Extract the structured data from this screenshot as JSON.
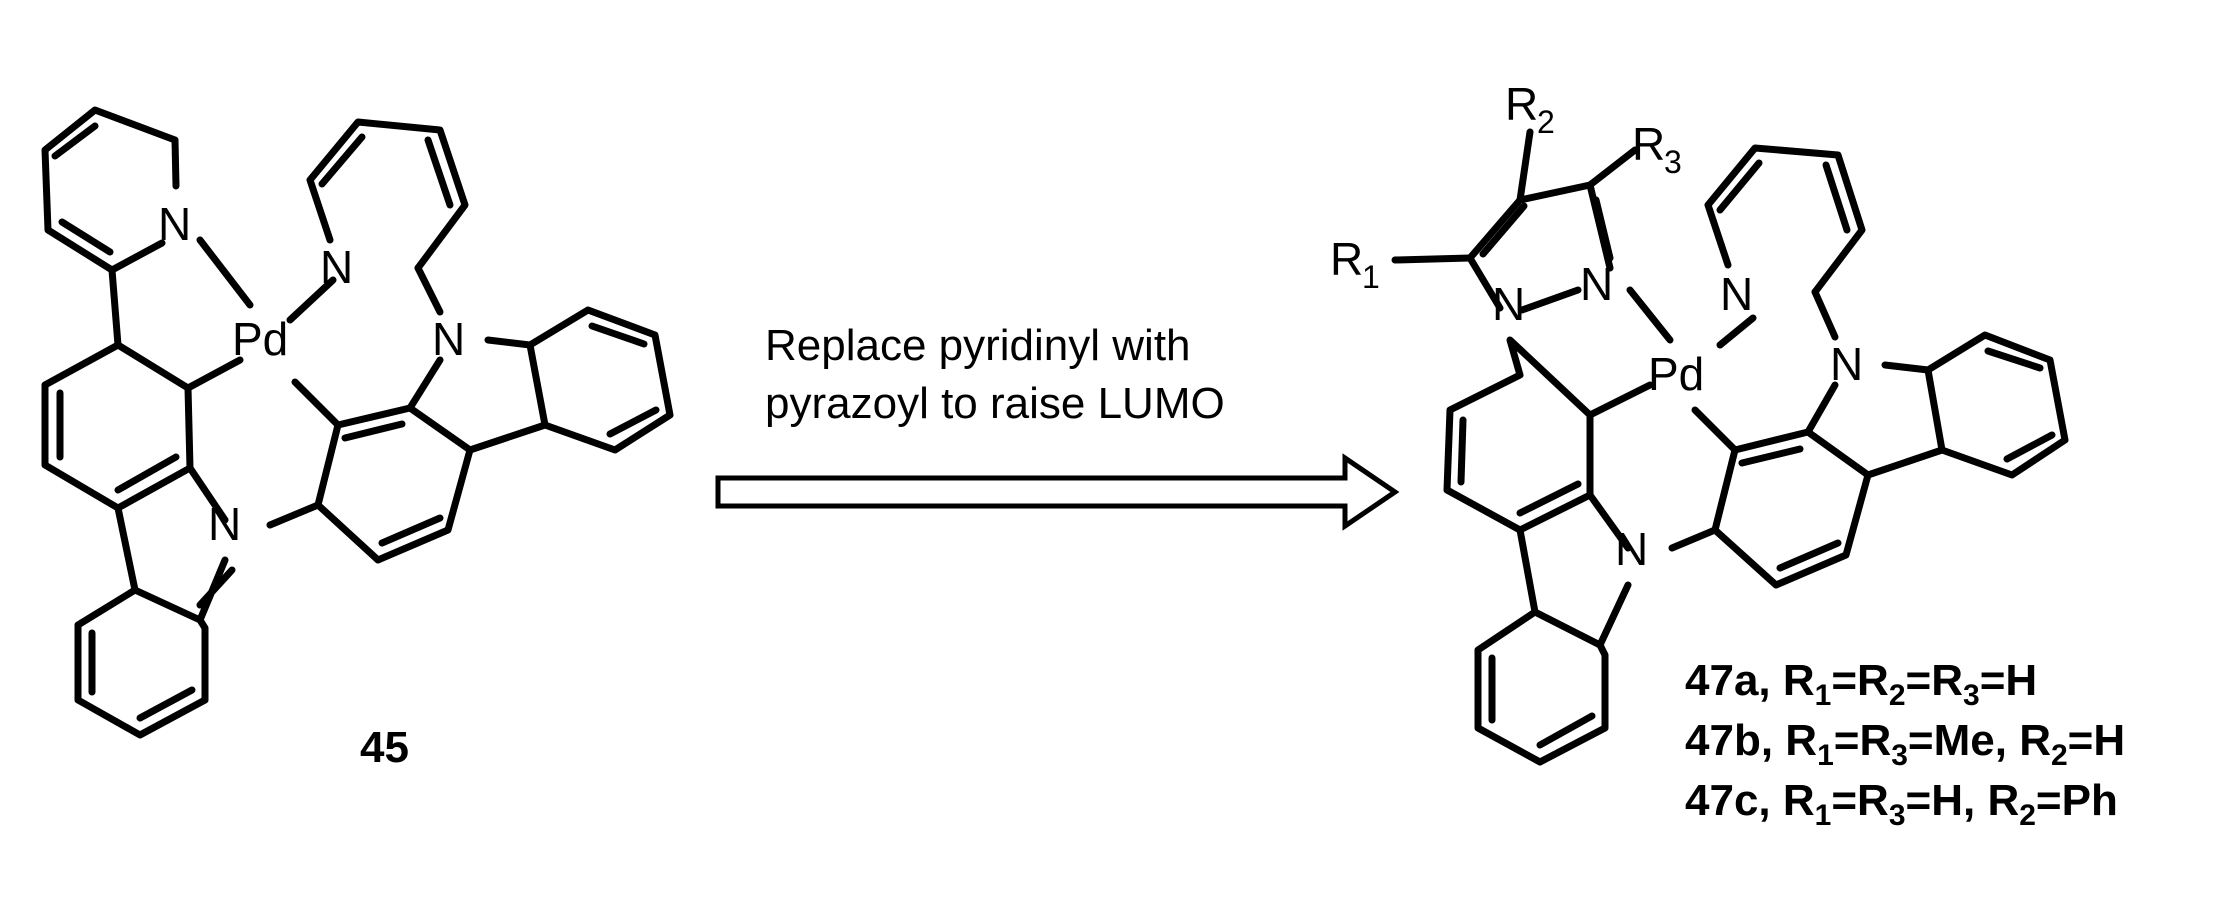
{
  "scheme": {
    "left_compound": {
      "label": "45",
      "atoms": {
        "N_py1": "N",
        "N_py2": "N",
        "N_carb_lower": "N",
        "N_carb_upper": "N",
        "metal": "Pd"
      }
    },
    "arrow": {
      "text_line1": "Replace pyridinyl with",
      "text_line2": "pyrazoyl to raise LUMO"
    },
    "right_compound": {
      "atoms": {
        "N_pz1": "N",
        "N_pz2": "N",
        "N_py": "N",
        "N_carb_lower": "N",
        "N_carb_upper": "N",
        "metal": "Pd",
        "R1": "R",
        "R1_sub": "1",
        "R2": "R",
        "R2_sub": "2",
        "R3": "R",
        "R3_sub": "3"
      },
      "variants": [
        {
          "id": "47a",
          "r": "R",
          "s1": "1",
          "s2": "2",
          "s3": "3",
          "eq": "=",
          "sep": ", ",
          "val": "H"
        },
        {
          "id": "47b",
          "r": "R",
          "s1": "1",
          "s3": "3",
          "s2": "2",
          "eq": "=",
          "sep": ", ",
          "val13": "Me",
          "val2": "H"
        },
        {
          "id": "47c",
          "r": "R",
          "s1": "1",
          "s3": "3",
          "s2": "2",
          "eq": "=",
          "sep": ", ",
          "val13": "H",
          "val2": "Ph"
        }
      ]
    }
  }
}
